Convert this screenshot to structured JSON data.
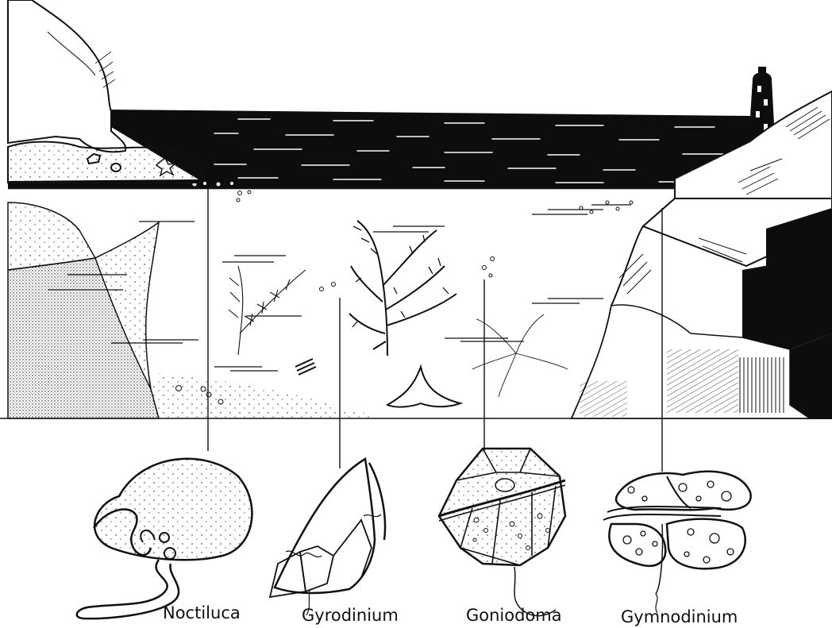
{
  "organisms": [
    {
      "id": "noctiluca",
      "label": "Noctiluca"
    },
    {
      "id": "gyrodinium",
      "label": "Gyrodinium"
    },
    {
      "id": "goniodoma",
      "label": "Goniodoma"
    },
    {
      "id": "gymnodinium",
      "label": "Gymnodinium"
    }
  ],
  "colors": {
    "ink": "#111111",
    "paper": "#ffffff"
  }
}
